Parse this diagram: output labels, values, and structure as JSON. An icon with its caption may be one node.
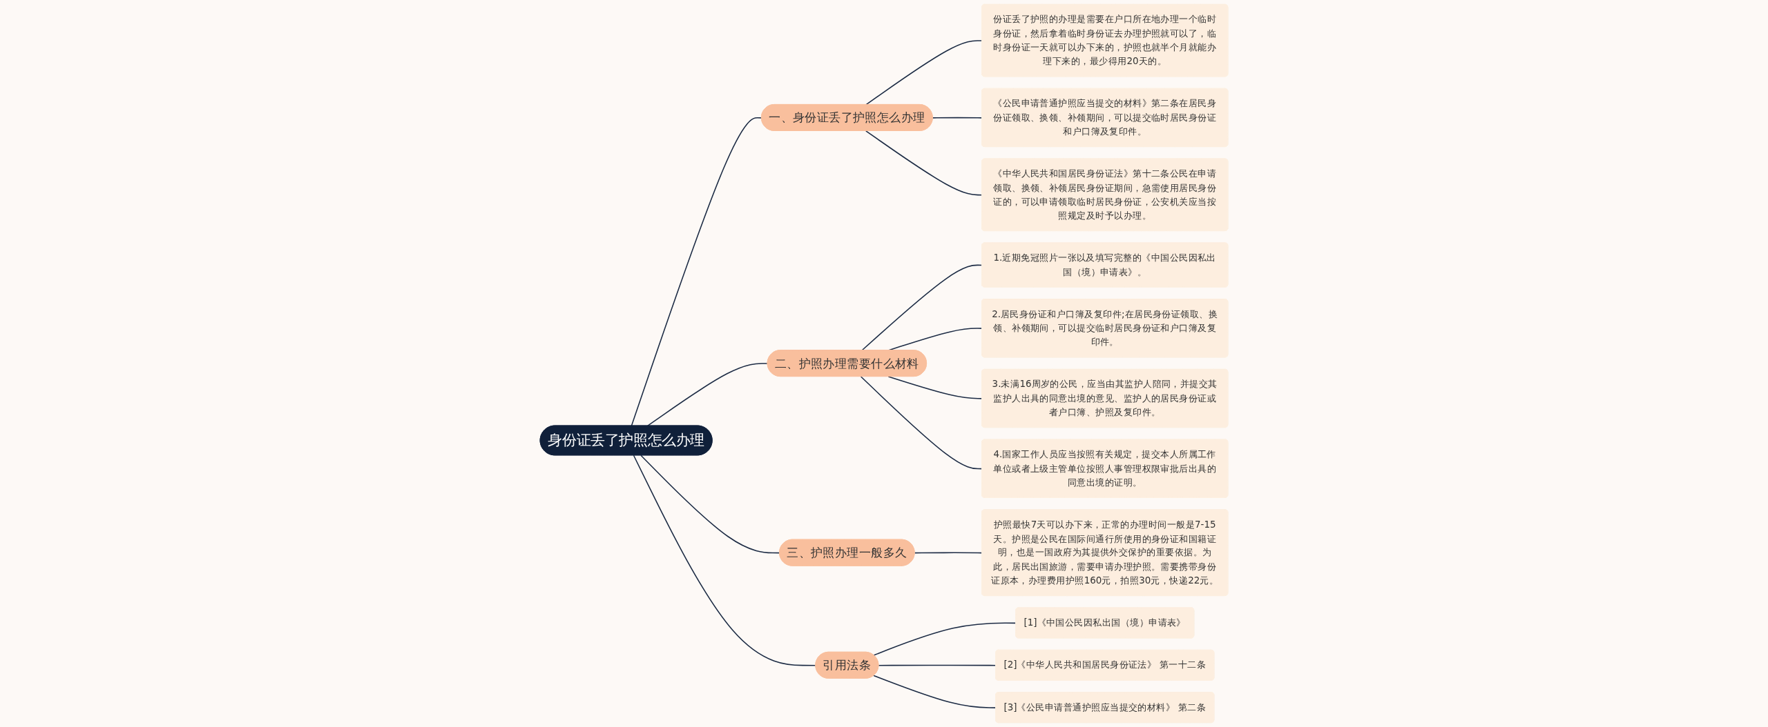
{
  "diagram": {
    "nodes": [
      {
        "text": [
          "身份证丢了护照怎么办理"
        ]
      },
      {
        "text": [
          "一、身份证丢了护照怎么办理"
        ]
      },
      {
        "text": [
          "份证丢了护照的办理是需要在户口所在地办理一个临时身份证，然后拿着临时身份证去办理护照就可以了，临时身份证一天就可以办下来的，护照也就半个月就能办理下来的，最少得用20天的。"
        ]
      },
      {
        "text": [
          "《公民申请普通护照应当提交的材料》第二条在居民身份证领取、换领、补领期间，可以提交临时居民身份证和户口簿及复印件。"
        ]
      },
      {
        "text": [
          "《中华人民共和国居民身份证法》第十二条公民在申请领取、换领、补领居民身份证期间，急需使用居民身份证的，可以申请领取临时居民身份证，公安机关应当按照规定及时予以办理。"
        ]
      },
      {
        "text": [
          "二、护照办理需要什么材料"
        ]
      },
      {
        "text": [
          "1.近期免冠照片一张以及填写完整的《中国公民因私出国（境）申请表》。"
        ]
      },
      {
        "text": [
          "2.居民身份证和户口簿及复印件;在居民身份证领取、换领、补领期间，可以提交临时居民身份证和户口簿及复印件。"
        ]
      },
      {
        "text": [
          "3.未满16周岁的公民，应当由其监护人陪同，并提交其监护人出具的同意出境的意见、监护人的居民身份证或者户口簿、护照及复印件。"
        ]
      },
      {
        "text": [
          "4.国家工作人员应当按照有关规定，提交本人所属工作单位或者上级主管单位按照人事管理权限审批后出具的同意出境的证明。"
        ]
      },
      {
        "text": [
          "三、护照办理一般多久"
        ]
      },
      {
        "text": [
          "护照最快7天可以办下来，正常的办理时间一般是7-15天。护照是公民在国际间通行所使用的身份证和国籍证明，也是一国政府为其提供外交保护的重要依据。为此，居民出国旅游，需要申请办理护照。需要携带身份证原本，办理费用护照160元，拍照30元，快递22元。"
        ]
      },
      {
        "text": [
          "引用法条"
        ]
      },
      {
        "text": [
          "[1]《中国公民因私出国（境）申请表》"
        ]
      },
      {
        "text": [
          "[2]《中华人民共和国居民身份证法》 第一十二条"
        ]
      },
      {
        "text": [
          "[3]《公民申请普通护照应当提交的材料》 第二条"
        ]
      }
    ],
    "edges": [
      {
        "from": 0,
        "to": 1,
        "arrow": "none"
      },
      {
        "from": 1,
        "to": 2,
        "arrow": "none"
      },
      {
        "from": 1,
        "to": 3,
        "arrow": "none"
      },
      {
        "from": 1,
        "to": 4,
        "arrow": "none"
      },
      {
        "from": 0,
        "to": 5,
        "arrow": "none"
      },
      {
        "from": 5,
        "to": 6,
        "arrow": "none"
      },
      {
        "from": 5,
        "to": 7,
        "arrow": "none"
      },
      {
        "from": 5,
        "to": 8,
        "arrow": "none"
      },
      {
        "from": 5,
        "to": 9,
        "arrow": "none"
      },
      {
        "from": 0,
        "to": 10,
        "arrow": "none"
      },
      {
        "from": 10,
        "to": 11,
        "arrow": "none"
      },
      {
        "from": 0,
        "to": 12,
        "arrow": "none"
      },
      {
        "from": 12,
        "to": 13,
        "arrow": "none"
      },
      {
        "from": 12,
        "to": 14,
        "arrow": "none"
      },
      {
        "from": 12,
        "to": 15,
        "arrow": "none"
      }
    ]
  }
}
